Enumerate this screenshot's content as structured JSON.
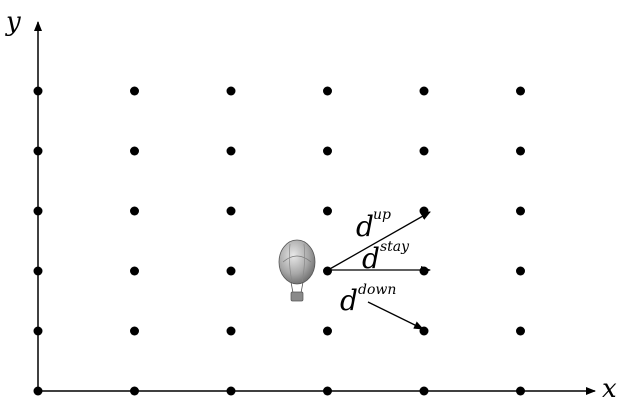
{
  "axes": {
    "x_label": "x",
    "y_label": "y"
  },
  "grid": {
    "columns": 6,
    "rows": 6
  },
  "balloon": {
    "icon": "hot-air-balloon-icon"
  },
  "moves": {
    "up": {
      "base": "d",
      "superscript": "up"
    },
    "stay": {
      "base": "d",
      "superscript": "stay"
    },
    "down": {
      "base": "d",
      "superscript": "down"
    }
  }
}
